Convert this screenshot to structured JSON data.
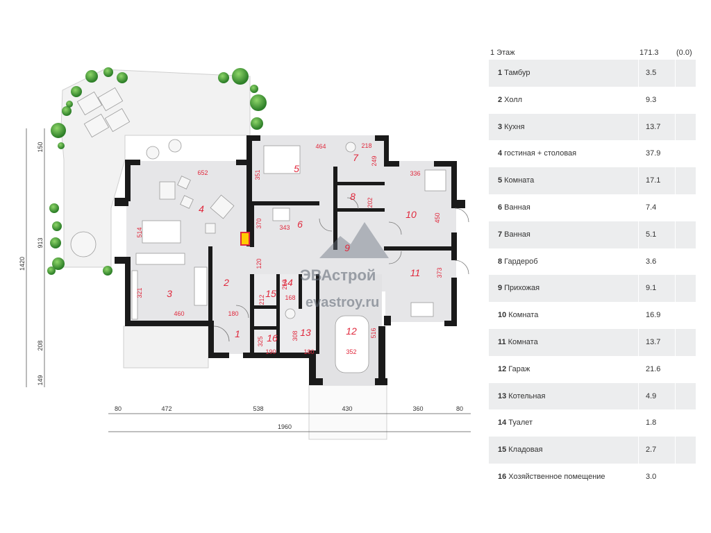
{
  "legend": {
    "floor_label": "1 Этаж",
    "floor_area": "171.3",
    "floor_extra": "(0.0)",
    "rooms": [
      {
        "num": "1",
        "name": "Тамбур",
        "area": "3.5"
      },
      {
        "num": "2",
        "name": "Холл",
        "area": "9.3"
      },
      {
        "num": "3",
        "name": "Кухня",
        "area": "13.7"
      },
      {
        "num": "4",
        "name": "гостиная + столовая",
        "area": "37.9"
      },
      {
        "num": "5",
        "name": "Комната",
        "area": "17.1"
      },
      {
        "num": "6",
        "name": "Ванная",
        "area": "7.4"
      },
      {
        "num": "7",
        "name": "Ванная",
        "area": "5.1"
      },
      {
        "num": "8",
        "name": "Гардероб",
        "area": "3.6"
      },
      {
        "num": "9",
        "name": "Прихожая",
        "area": "9.1"
      },
      {
        "num": "10",
        "name": "Комната",
        "area": "16.9"
      },
      {
        "num": "11",
        "name": "Комната",
        "area": "13.7"
      },
      {
        "num": "12",
        "name": "Гараж",
        "area": "21.6"
      },
      {
        "num": "13",
        "name": "Котельная",
        "area": "4.9"
      },
      {
        "num": "14",
        "name": "Туалет",
        "area": "1.8"
      },
      {
        "num": "15",
        "name": "Кладовая",
        "area": "2.7"
      },
      {
        "num": "16",
        "name": "Хозяйственное помещение",
        "area": "3.0"
      }
    ]
  },
  "plan": {
    "room_labels": [
      "1",
      "2",
      "3",
      "4",
      "5",
      "6",
      "7",
      "8",
      "9",
      "10",
      "11",
      "12",
      "13",
      "14",
      "15",
      "16"
    ],
    "inner_dims": [
      "652",
      "514",
      "321",
      "460",
      "180",
      "464",
      "218",
      "351",
      "249",
      "336",
      "450",
      "373",
      "120",
      "370",
      "202",
      "212",
      "343",
      "210",
      "325",
      "190",
      "180",
      "352",
      "308",
      "168",
      "516"
    ],
    "outer_dims": {
      "bottom_segments": [
        "80",
        "472",
        "538",
        "430",
        "360",
        "80"
      ],
      "bottom_total": "1960",
      "left_segments": [
        "150",
        "913",
        "208",
        "149"
      ],
      "left_total": "1420"
    },
    "watermark": {
      "brand": "ЭВАстрой",
      "site": "evastroy.ru"
    }
  },
  "colors": {
    "room_numbers": "#e0283c",
    "walls": "#1a1a1a",
    "floor": "#e6e6e8",
    "greenery": "#3c9a34"
  }
}
